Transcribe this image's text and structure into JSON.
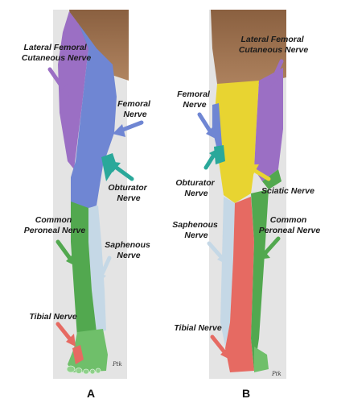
{
  "panels": {
    "a": {
      "letter": "A",
      "labels": {
        "lateral_femoral_cutaneous": [
          "Lateral Femoral",
          "Cutaneous Nerve"
        ],
        "femoral": [
          "Femoral",
          "Nerve"
        ],
        "obturator": [
          "Obturator",
          "Nerve"
        ],
        "common_peroneal": [
          "Common",
          "Peroneal Nerve"
        ],
        "saphenous": [
          "Saphenous",
          "Nerve"
        ],
        "tibial": [
          "Tibial Nerve"
        ]
      }
    },
    "b": {
      "letter": "B",
      "labels": {
        "lateral_femoral_cutaneous": [
          "Lateral Femoral",
          "Cutaneous Nerve"
        ],
        "femoral": [
          "Femoral",
          "Nerve"
        ],
        "obturator": [
          "Obturator",
          "Nerve"
        ],
        "sciatic": [
          "Sciatic Nerve"
        ],
        "saphenous": [
          "Saphenous",
          "Nerve"
        ],
        "common_peroneal": [
          "Common",
          "Peroneal Nerve"
        ],
        "tibial": [
          "Tibial Nerve"
        ]
      }
    }
  },
  "colors": {
    "lateral_femoral_cutaneous": "#9b6fc4",
    "femoral": "#6f86d3",
    "obturator": "#2aa89a",
    "sciatic": "#e8d431",
    "saphenous": "#c5d8e6",
    "common_peroneal": "#52a84f",
    "tibial": "#e66a62",
    "sural_green": "#6fbf6a",
    "skin": "#9b6f4d",
    "backdrop": "#e3e3e3"
  },
  "signature": "Ptk"
}
